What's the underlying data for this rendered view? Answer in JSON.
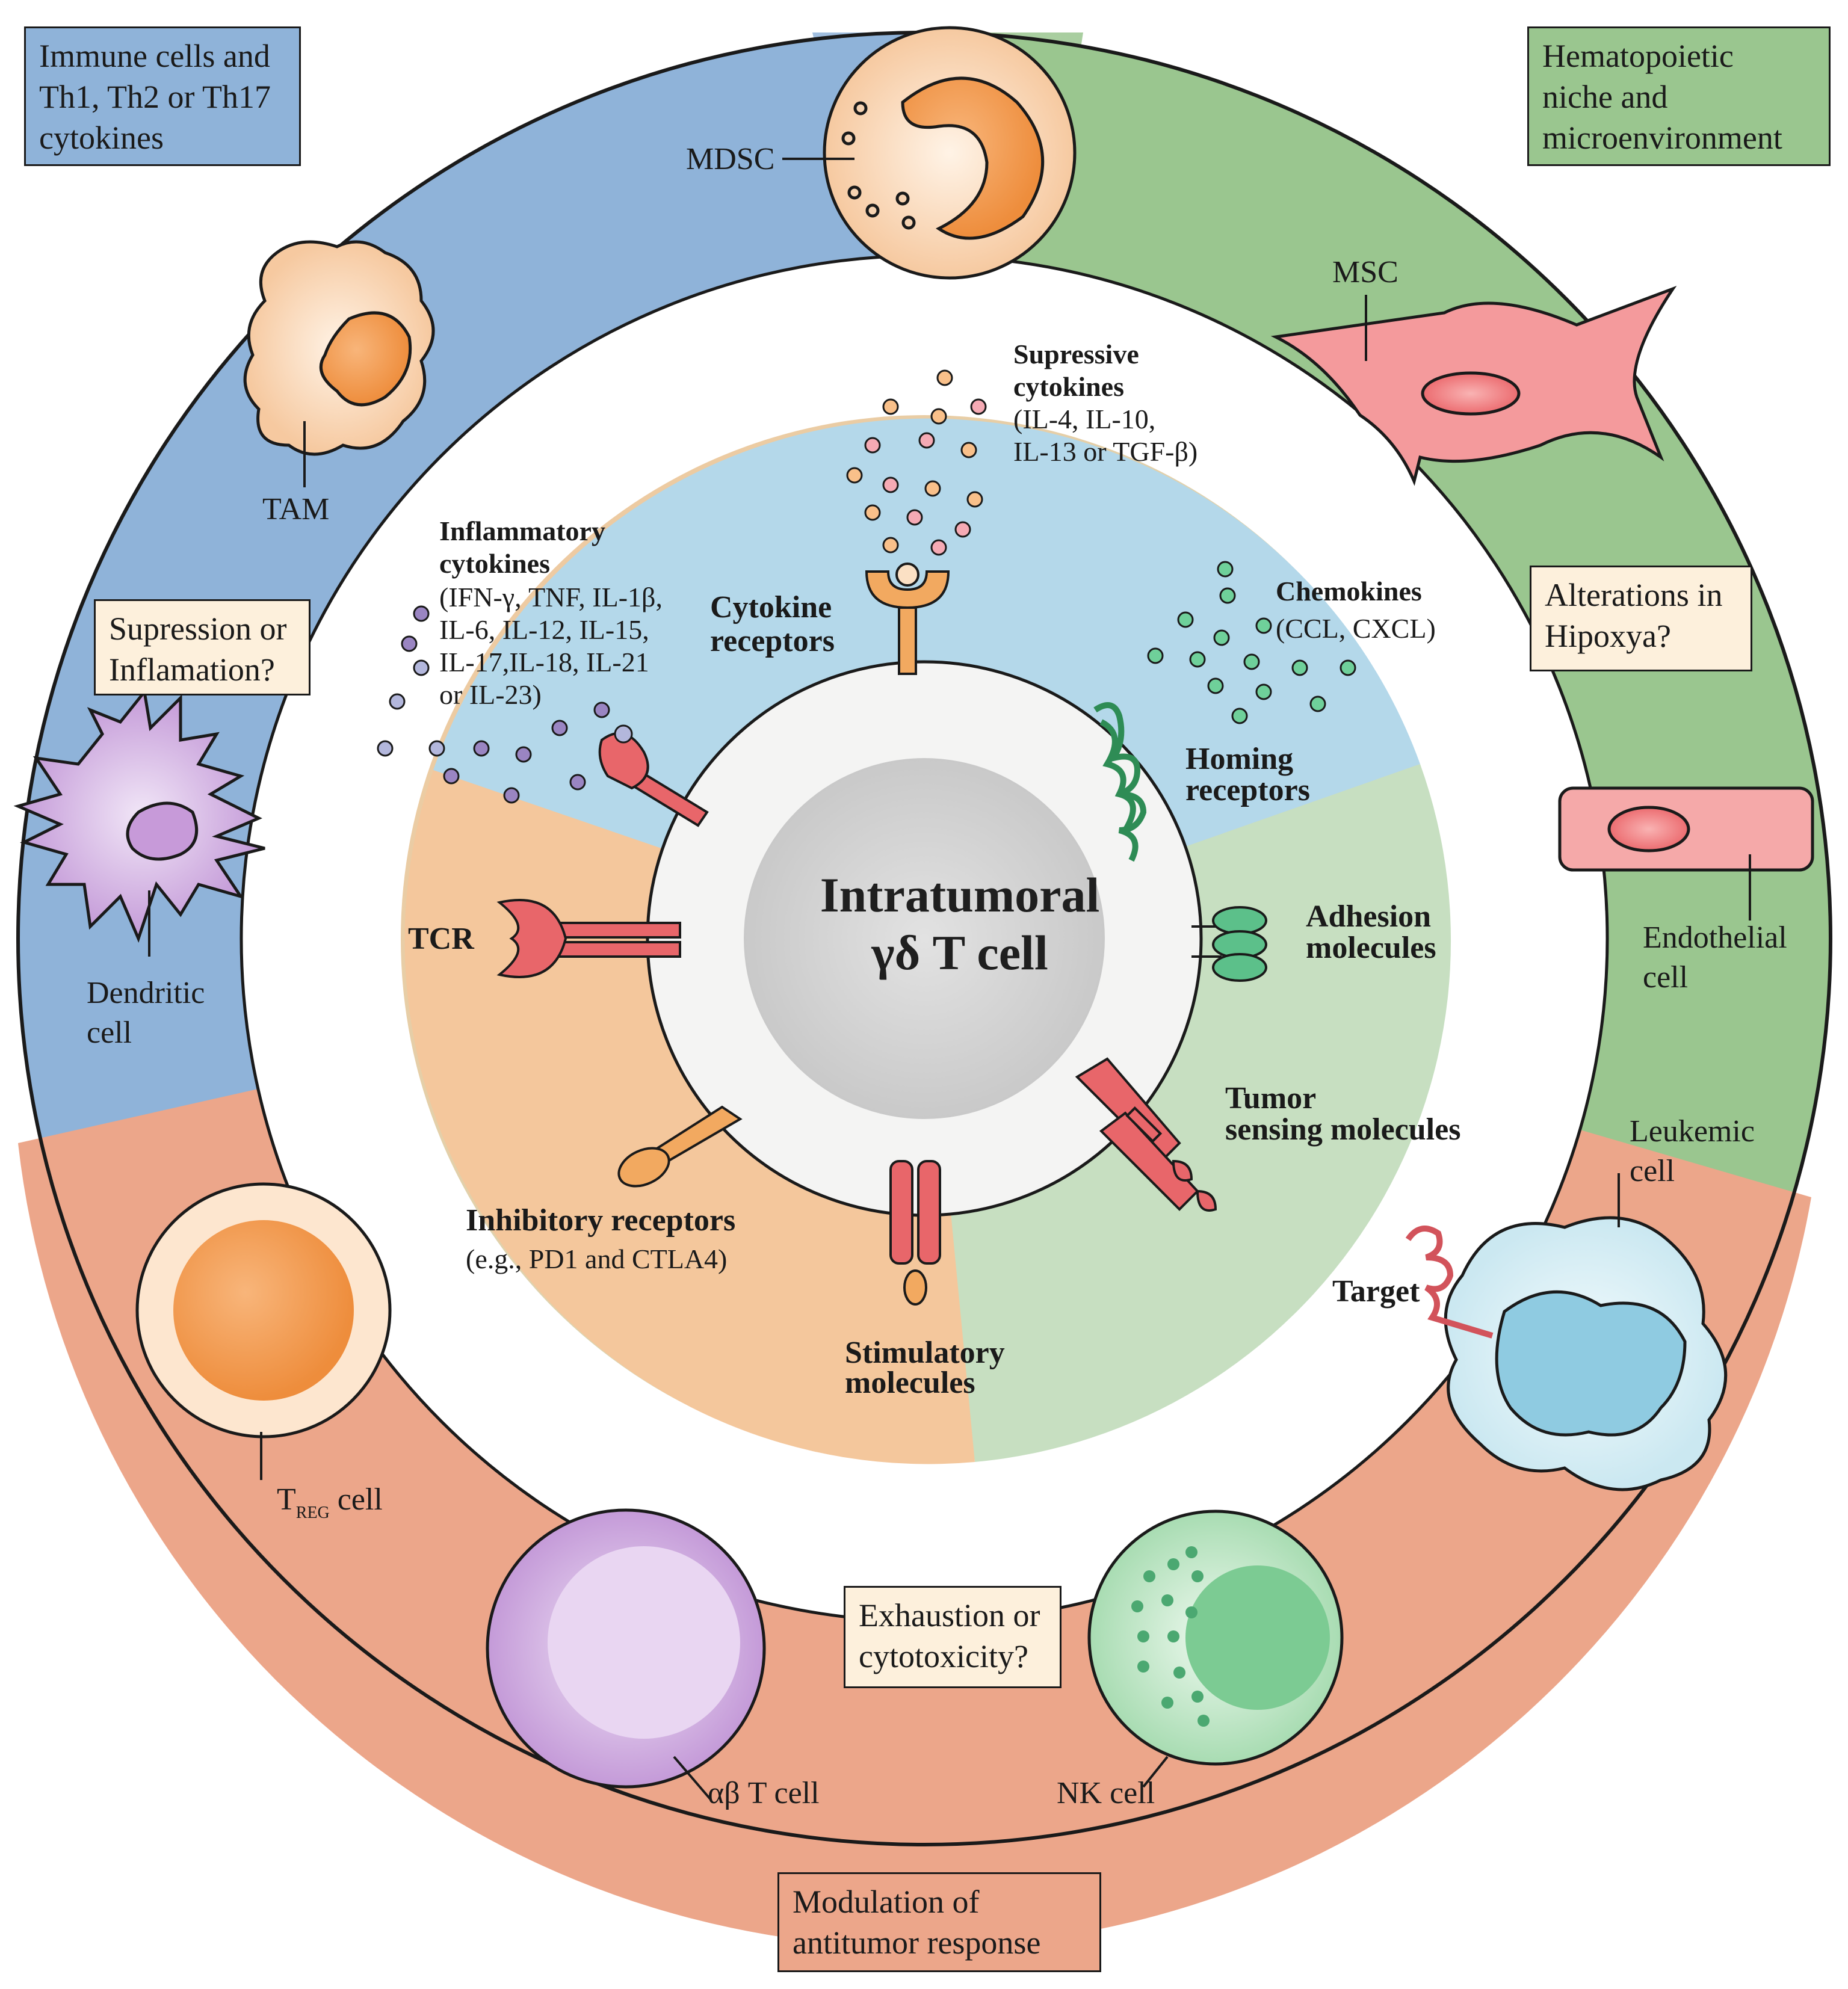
{
  "center": {
    "line1": "Intratumoral",
    "line2": "γδ T cell"
  },
  "corner_boxes": {
    "immune": [
      "Immune cells and",
      "Th1, Th2 or Th17",
      "cytokines"
    ],
    "niche": [
      "Hematopoietic",
      "niche and",
      "microenvironment"
    ],
    "modulation": [
      "Modulation of",
      "antitumor response"
    ]
  },
  "question_boxes": {
    "suppression": [
      "Supression or",
      "Inflamation?"
    ],
    "hipoxya": [
      "Alterations in",
      "Hipoxya?"
    ],
    "exhaustion": [
      "Exhaustion or",
      "cytotoxicity?"
    ]
  },
  "outer_cells": {
    "mdsc": "MDSC",
    "tam": "TAM",
    "dendritic": [
      "Dendritic",
      "cell"
    ],
    "treg_main": "T",
    "treg_sub": "REG",
    "treg_tail": " cell",
    "ab_t": "αβ T cell",
    "nk": "NK cell",
    "msc": "MSC",
    "endothelial": [
      "Endothelial",
      "cell"
    ],
    "leukemic": [
      "Leukemic",
      "cell"
    ],
    "target": "Target"
  },
  "inner_labels": {
    "supressive_title": [
      "Supressive",
      "cytokines"
    ],
    "supressive_list": [
      "(IL-4, IL-10,",
      "IL-13 or TGF-β)"
    ],
    "inflammatory_title": [
      "Inflammatory",
      "cytokines"
    ],
    "inflammatory_list": [
      "(IFN-γ, TNF, IL-1β,",
      "IL-6, IL-12, IL-15,",
      "IL-17,IL-18, IL-21",
      "or IL-23)"
    ],
    "cytokine_receptors": [
      "Cytokine",
      "receptors"
    ],
    "chemokines_title": "Chemokines",
    "chemokines_list": "(CCL, CXCL)",
    "homing": [
      "Homing",
      "receptors"
    ],
    "tcr": "TCR",
    "adhesion": [
      "Adhesion",
      "molecules"
    ],
    "tumor_sensing": [
      "Tumor",
      "sensing molecules"
    ],
    "inhibitory_title": "Inhibitory receptors",
    "inhibitory_list": "(e.g., PD1 and CTLA4)",
    "stimulatory": [
      "Stimulatory",
      "molecules"
    ]
  },
  "colors": {
    "immune_blue": "#8fb3d9",
    "niche_green": "#9ac68f",
    "modulation_salmon": "#eca68a",
    "inner_blue": "#b4d8ea",
    "inner_orange": "#f4c79c",
    "inner_green": "#c7dfc1",
    "receptor_red": "#e8666a",
    "cytokine_orange": "#f2a960",
    "chemokine_green": "#5cc08a",
    "inflammatory_purple": "#9a85c2"
  }
}
